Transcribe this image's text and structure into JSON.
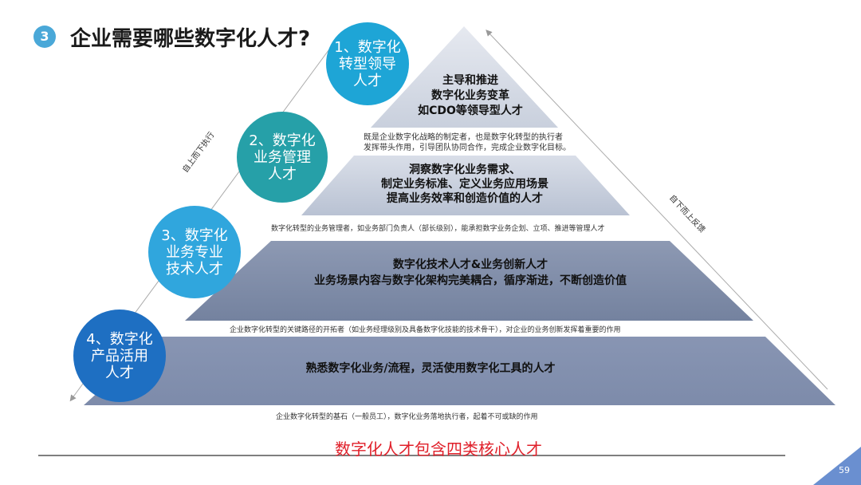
{
  "header": {
    "number": "3",
    "title": "企业需要哪些数字化人才?"
  },
  "tiers": [
    {
      "lines": [
        "主导和推进",
        "数字化业务变革",
        "如CDO等领导型人才"
      ],
      "description": [
        "既是企业数字化战略的制定者，也是数字化转型的执行者",
        "发挥带头作用，引导团队协同合作，完成企业数字化目标。"
      ],
      "color": "#d5dae5"
    },
    {
      "lines": [
        "洞察数字化业务需求、",
        "制定业务标准、定义业务应用场景",
        "提高业务效率和创造价值的人才"
      ],
      "description": [
        "数字化转型的业务管理者，如业务部门负责人（部长级别），能承担数字业务企划、立项、推进等管理人才"
      ],
      "color": "#c3cbd9"
    },
    {
      "lines": [
        "数字化技术人才&业务创新人才",
        "业务场景内容与数字化架构完美耦合，循序渐进，不断创造价值"
      ],
      "description": [
        "企业数字化转型的关键路径的开拓者（如业务经理级别及具备数字化技能的技术骨干），对企业的业务创新发挥着重要的作用"
      ],
      "color": "#7d8aa5"
    },
    {
      "lines": [
        "熟悉数字化业务/流程，灵活使用数字化工具的人才"
      ],
      "description": [
        "企业数字化转型的基石（一般员工），数字化业务落地执行者，起着不可或缺的作用"
      ],
      "color": "#8a98b6"
    }
  ],
  "circles": [
    {
      "lines": [
        "1、数字化",
        "转型领导",
        "人才"
      ],
      "color": "#1ea5d6"
    },
    {
      "lines": [
        "2、数字化",
        "业务管理",
        "人才"
      ],
      "color": "#26a0a8"
    },
    {
      "lines": [
        "3、数字化",
        "业务专业",
        "技术人才"
      ],
      "color": "#30a6dd"
    },
    {
      "lines": [
        "4、数字化",
        "产品活用",
        "人才"
      ],
      "color": "#1e6fc2"
    }
  ],
  "side_labels": {
    "left": "自上而下执行",
    "right": "自下而上反馈"
  },
  "summary": "数字化人才包含四类核心人才",
  "page_number": "59"
}
